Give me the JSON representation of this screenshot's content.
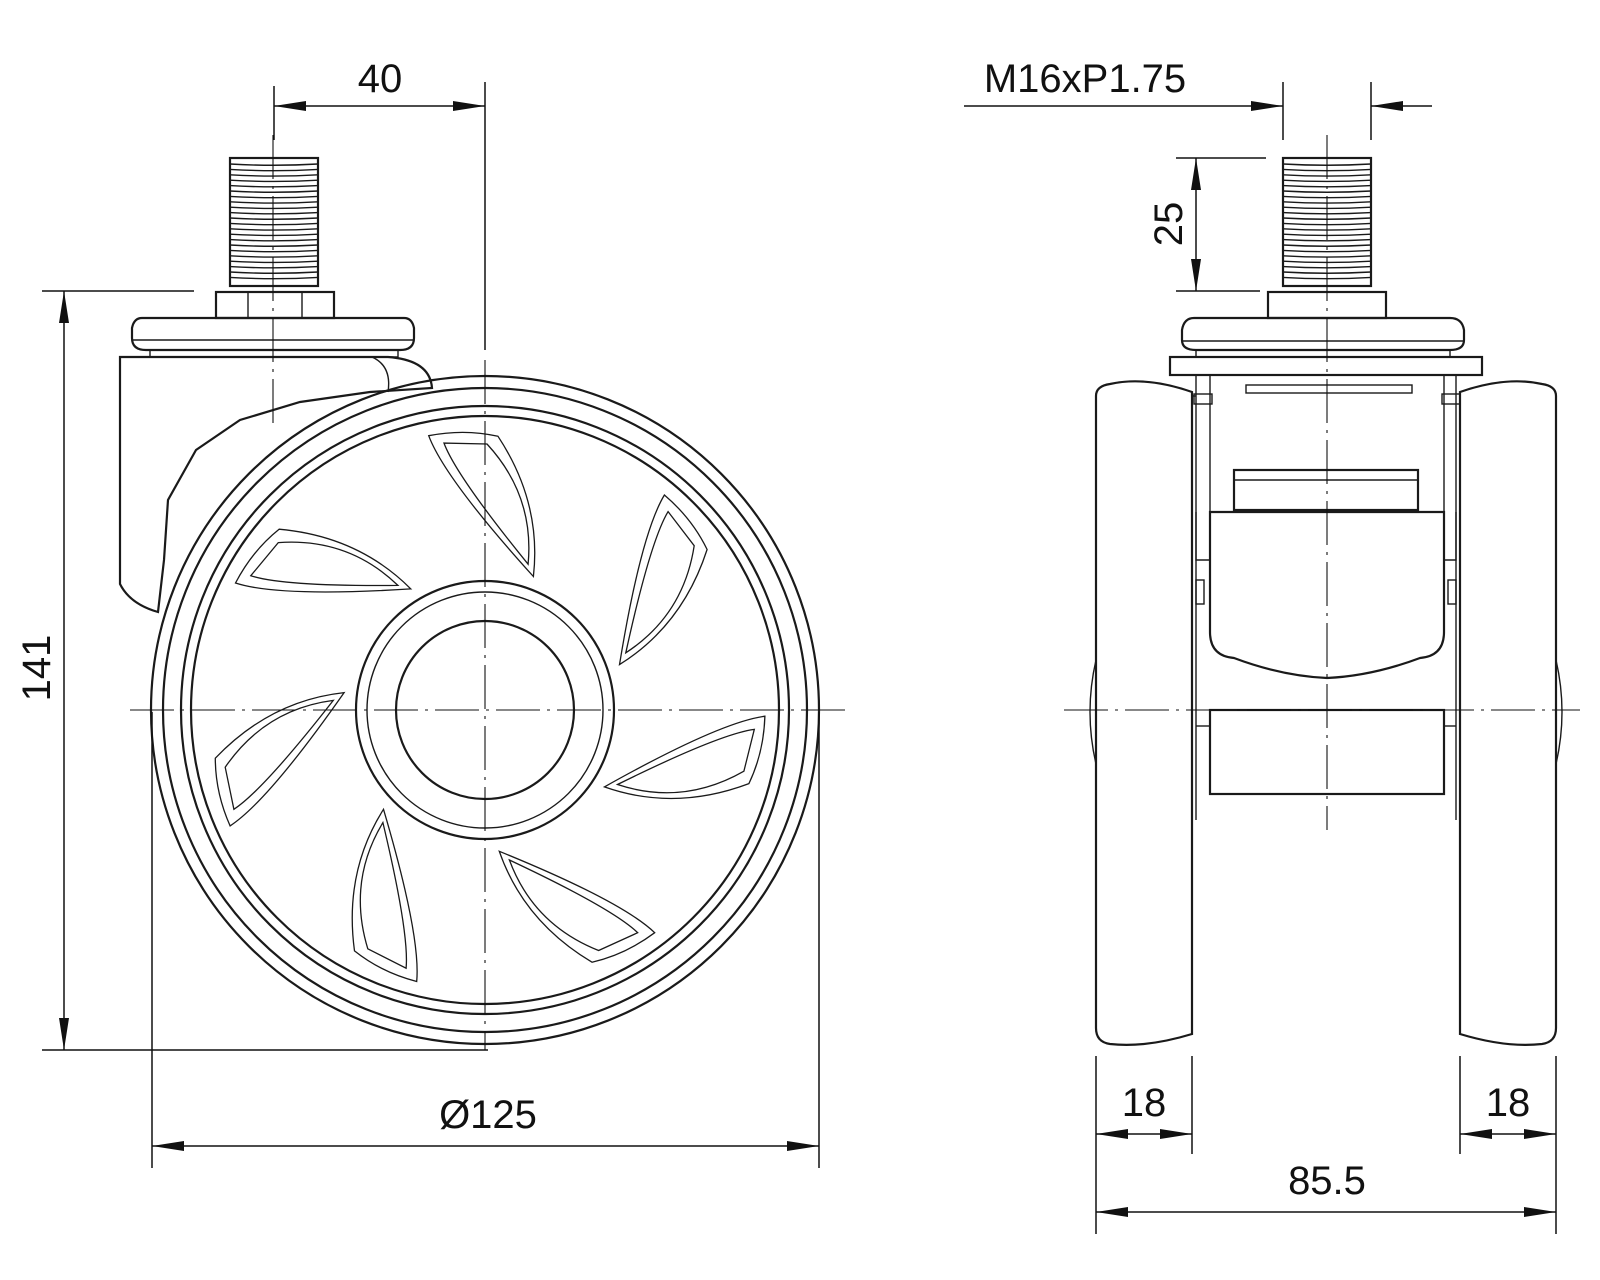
{
  "dimensions": {
    "offset": "40",
    "total_height": "141",
    "wheel_diameter": "Ø125",
    "thread": "M16xP1.75",
    "stem_length": "25",
    "wheel_width_left": "18",
    "wheel_width_right": "18",
    "overall_width": "85.5"
  },
  "colors": {
    "line": "#1a1a1a",
    "background": "#ffffff"
  }
}
